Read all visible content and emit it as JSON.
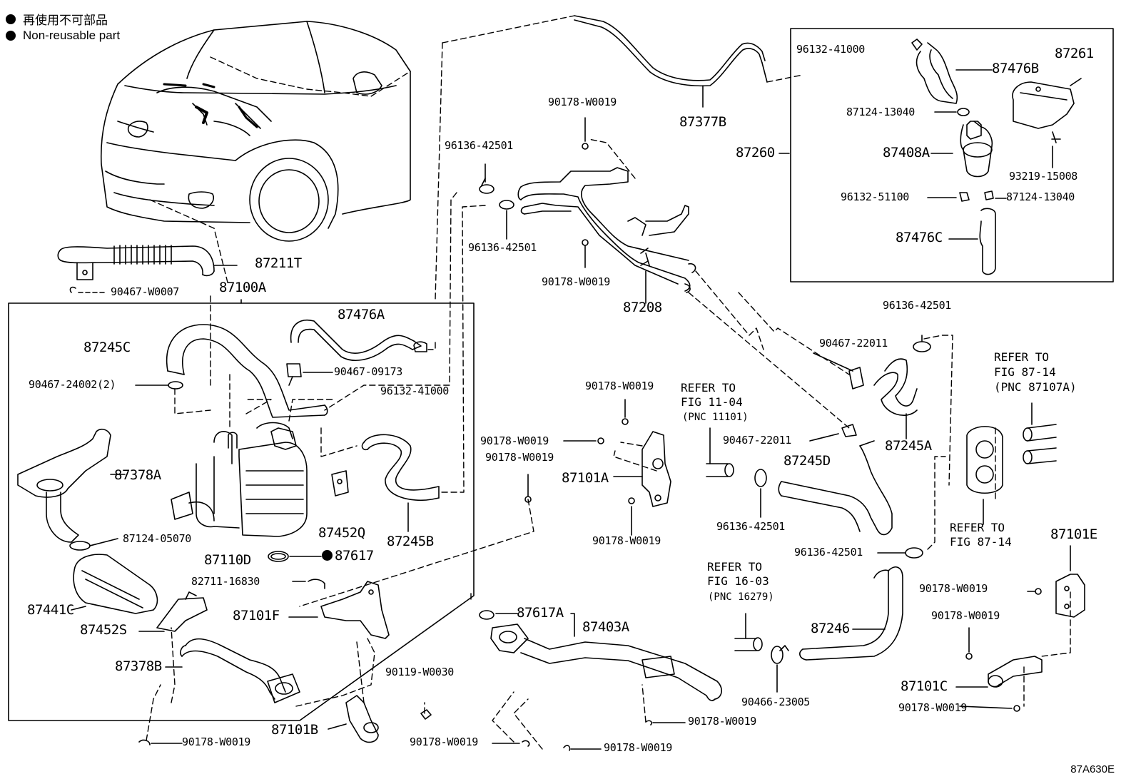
{
  "legend": [
    {
      "text": "再使用不可部品"
    },
    {
      "text": "Non-reusable part"
    }
  ],
  "diagram_id": "87A630E",
  "callouts": [
    {
      "id": "c1",
      "text": "87211T",
      "size": "big"
    },
    {
      "id": "c2",
      "text": "90467-W0007",
      "size": "small"
    },
    {
      "id": "c3",
      "text": "87100A",
      "size": "big"
    },
    {
      "id": "c4",
      "text": "87245C",
      "size": "big"
    },
    {
      "id": "c5",
      "text": "87476A",
      "size": "big"
    },
    {
      "id": "c6",
      "text": "90467-09173",
      "size": "small"
    },
    {
      "id": "c7",
      "text": "90467-24002(2)",
      "size": "small"
    },
    {
      "id": "c8",
      "text": "96132-41000",
      "size": "small"
    },
    {
      "id": "c9",
      "text": "87378A",
      "size": "big"
    },
    {
      "id": "c10",
      "text": "87452Q",
      "size": "big"
    },
    {
      "id": "c11",
      "text": "87245B",
      "size": "big"
    },
    {
      "id": "c12",
      "text": "87124-05070",
      "size": "small"
    },
    {
      "id": "c13",
      "text": "87110D",
      "size": "big"
    },
    {
      "id": "c14",
      "text": "87617",
      "size": "big",
      "bullet": true
    },
    {
      "id": "c15",
      "text": "82711-16830",
      "size": "small"
    },
    {
      "id": "c16",
      "text": "87441C",
      "size": "big"
    },
    {
      "id": "c17",
      "text": "87101F",
      "size": "big"
    },
    {
      "id": "c18",
      "text": "87452S",
      "size": "big"
    },
    {
      "id": "c19",
      "text": "87378B",
      "size": "big"
    },
    {
      "id": "c20",
      "text": "90119-W0030",
      "size": "small"
    },
    {
      "id": "c21",
      "text": "87101B",
      "size": "big"
    },
    {
      "id": "c22",
      "text": "90178-W0019",
      "size": "small"
    },
    {
      "id": "c23",
      "text": "90178-W0019",
      "size": "small"
    },
    {
      "id": "c24",
      "text": "90178-W0019",
      "size": "small"
    },
    {
      "id": "c25",
      "text": "87617A",
      "size": "big"
    },
    {
      "id": "c26",
      "text": "87403A",
      "size": "big"
    },
    {
      "id": "c27",
      "text": "90178-W0019",
      "size": "small"
    },
    {
      "id": "c28",
      "text": "90178-W0019",
      "size": "small"
    },
    {
      "id": "c29",
      "text": "96136-42501",
      "size": "small"
    },
    {
      "id": "c30",
      "text": "96136-42501",
      "size": "small"
    },
    {
      "id": "c31",
      "text": "90178-W0019",
      "size": "small"
    },
    {
      "id": "c32",
      "text": "87208",
      "size": "big"
    },
    {
      "id": "c33",
      "text": "87377B",
      "size": "big"
    },
    {
      "id": "c34",
      "text": "90178-W0019",
      "size": "small"
    },
    {
      "id": "c35",
      "text": "90178-W0019",
      "size": "small"
    },
    {
      "id": "c36",
      "text": "90178-W0019",
      "size": "small"
    },
    {
      "id": "c37",
      "text": "87101A",
      "size": "big"
    },
    {
      "id": "c38",
      "text": "90178-W0019",
      "size": "small"
    },
    {
      "id": "c39",
      "text": "REFER TO",
      "size": "ref"
    },
    {
      "id": "c40",
      "text": "FIG 11-04",
      "size": "ref"
    },
    {
      "id": "c41",
      "text": "(PNC 11101)",
      "size": "refsmall"
    },
    {
      "id": "c42",
      "text": "90467-22011",
      "size": "small"
    },
    {
      "id": "c43",
      "text": "87245D",
      "size": "big"
    },
    {
      "id": "c44",
      "text": "96136-42501",
      "size": "small"
    },
    {
      "id": "c45",
      "text": "REFER TO",
      "size": "ref"
    },
    {
      "id": "c46",
      "text": "FIG 16-03",
      "size": "ref"
    },
    {
      "id": "c47",
      "text": "(PNC 16279)",
      "size": "refsmall"
    },
    {
      "id": "c48",
      "text": "87246",
      "size": "big"
    },
    {
      "id": "c49",
      "text": "90466-23005",
      "size": "small"
    },
    {
      "id": "c50",
      "text": "96136-42501",
      "size": "small"
    },
    {
      "id": "c51",
      "text": "90467-22011",
      "size": "small"
    },
    {
      "id": "c52",
      "text": "87245A",
      "size": "big"
    },
    {
      "id": "c53",
      "text": "REFER TO",
      "size": "ref"
    },
    {
      "id": "c54",
      "text": "FIG 87-14",
      "size": "ref"
    },
    {
      "id": "c55",
      "text": "(PNC 87107A)",
      "size": "ref"
    },
    {
      "id": "c56",
      "text": "REFER TO",
      "size": "ref"
    },
    {
      "id": "c57",
      "text": "FIG 87-14",
      "size": "ref"
    },
    {
      "id": "c58",
      "text": "96136-42501",
      "size": "small"
    },
    {
      "id": "c59",
      "text": "87101E",
      "size": "big"
    },
    {
      "id": "c60",
      "text": "90178-W0019",
      "size": "small"
    },
    {
      "id": "c61",
      "text": "90178-W0019",
      "size": "small"
    },
    {
      "id": "c62",
      "text": "87101C",
      "size": "big"
    },
    {
      "id": "c63",
      "text": "90178-W0019",
      "size": "small"
    },
    {
      "id": "c64",
      "text": "96132-41000",
      "size": "small"
    },
    {
      "id": "c65",
      "text": "87476B",
      "size": "big"
    },
    {
      "id": "c66",
      "text": "87261",
      "size": "big"
    },
    {
      "id": "c67",
      "text": "87124-13040",
      "size": "small"
    },
    {
      "id": "c68",
      "text": "87408A",
      "size": "big"
    },
    {
      "id": "c69",
      "text": "87260",
      "size": "big"
    },
    {
      "id": "c70",
      "text": "93219-15008",
      "size": "small"
    },
    {
      "id": "c71",
      "text": "96132-51100",
      "size": "small"
    },
    {
      "id": "c72",
      "text": "87124-13040",
      "size": "small"
    },
    {
      "id": "c73",
      "text": "87476C",
      "size": "big"
    }
  ]
}
